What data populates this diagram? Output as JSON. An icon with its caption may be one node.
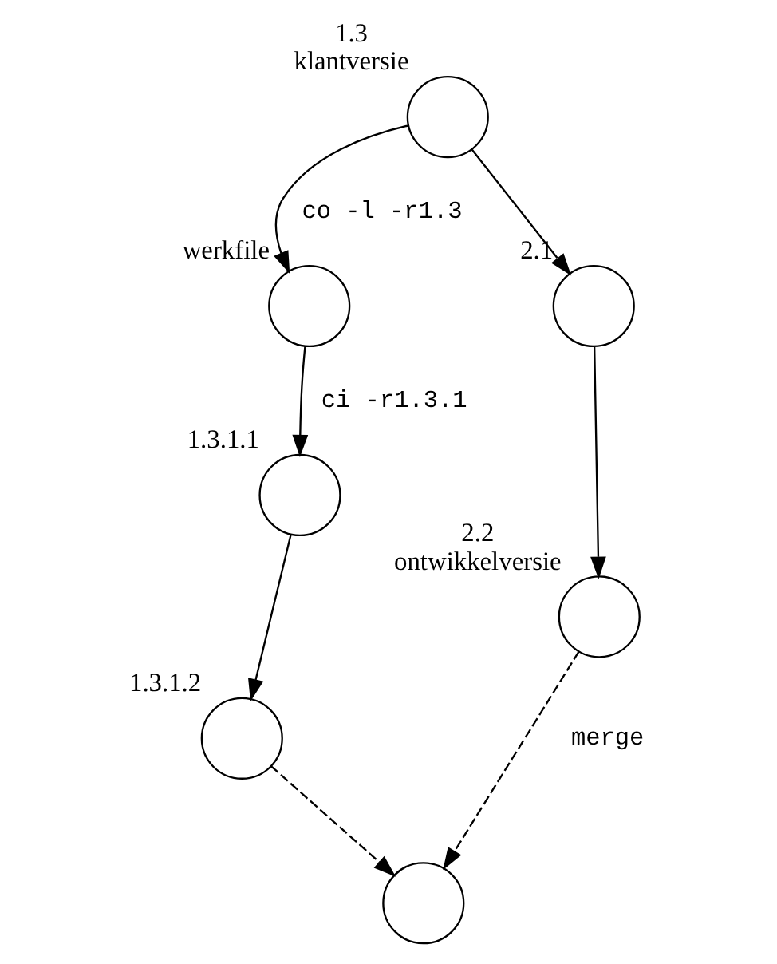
{
  "diagram": {
    "nodes": [
      {
        "text": [],
        "shape": "circle",
        "beside": [
          "1.3",
          "klantversie"
        ]
      },
      {
        "text": [],
        "shape": "circle",
        "beside": [
          "werkfile"
        ]
      },
      {
        "text": [],
        "shape": "circle",
        "beside": [
          "2.1"
        ]
      },
      {
        "text": [],
        "shape": "circle",
        "beside": [
          "1.3.1.1"
        ]
      },
      {
        "text": [],
        "shape": "circle",
        "beside": [
          "2.2",
          "ontwikkelversie"
        ]
      },
      {
        "text": [],
        "shape": "circle",
        "beside": [
          "1.3.1.2"
        ]
      },
      {
        "text": [],
        "shape": "circle"
      }
    ],
    "edges": [
      {
        "from": 0,
        "to": 1,
        "arrow": "to",
        "label": "co -l -r1.3"
      },
      {
        "from": 0,
        "to": 2,
        "arrow": "to"
      },
      {
        "from": 1,
        "to": 3,
        "arrow": "to",
        "label": "ci -r1.3.1"
      },
      {
        "from": 2,
        "to": 4,
        "arrow": "to"
      },
      {
        "from": 3,
        "to": 5,
        "arrow": "to"
      },
      {
        "from": 4,
        "to": 6,
        "arrow": "to",
        "style": "dashed",
        "label": "merge"
      },
      {
        "from": 5,
        "to": 6,
        "arrow": "to",
        "style": "dashed"
      }
    ]
  }
}
